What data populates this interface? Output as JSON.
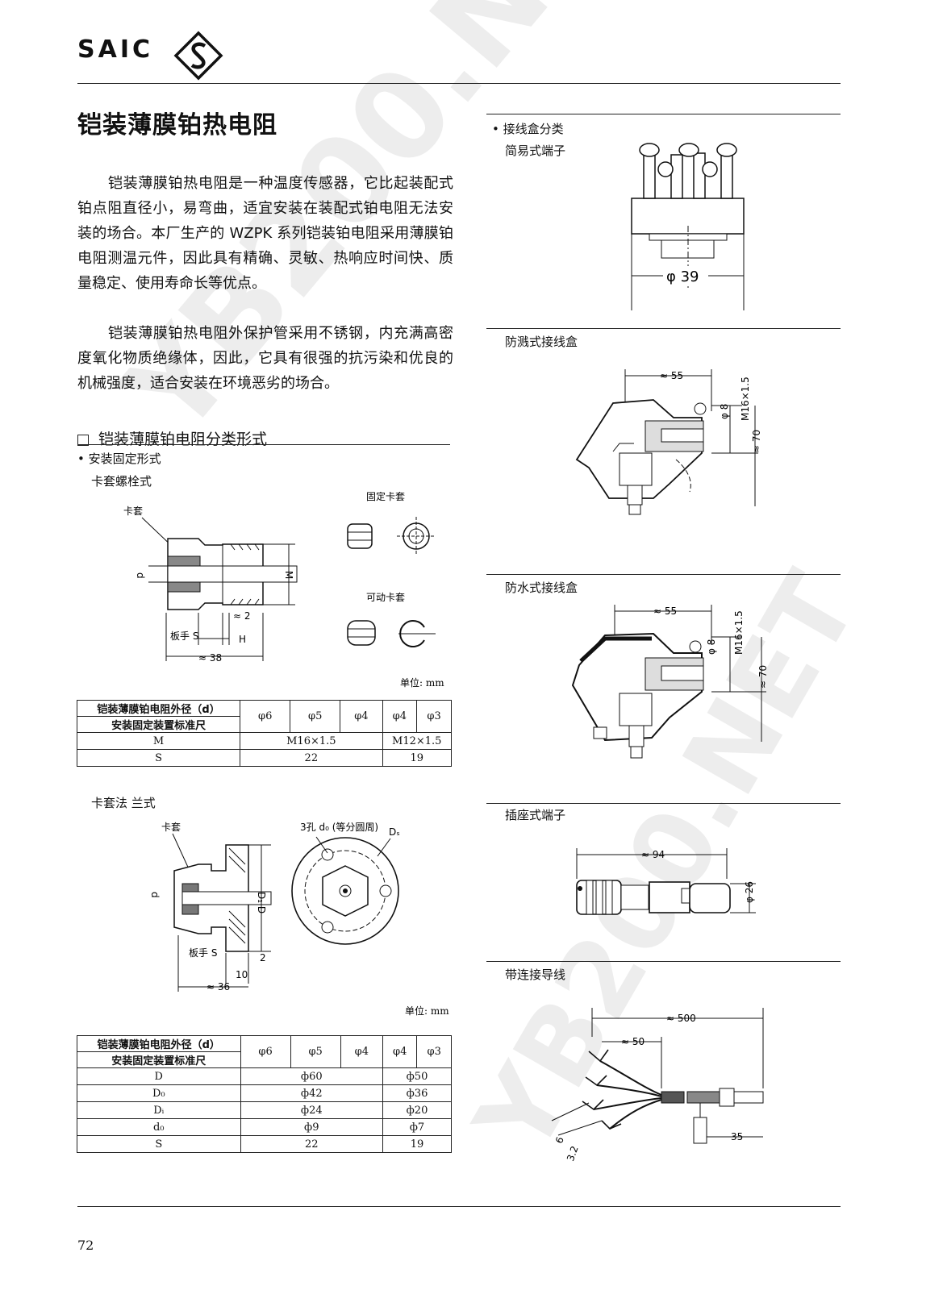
{
  "header": {
    "logo_text": "SAIC"
  },
  "title": "铠装薄膜铂热电阻",
  "intro": {
    "para1": "铠装薄膜铂热电阻是一种温度传感器，它比起装配式铂点阻直径小，易弯曲，适宜安装在装配式铂电阻无法安装的场合。本厂生产的 WZPK 系列铠装铂电阻采用薄膜铂电阻测温元件，因此具有精确、灵敏、热响应时间快、质量稳定、使用寿命长等优点。",
    "para2": "铠装薄膜铂热电阻外保护管采用不锈钢，内充满高密度氧化物质绝缘体，因此，它具有很强的抗污染和优良的机械强度，适合安装在环境恶劣的场合。"
  },
  "classification": {
    "heading": "铠装薄膜铂电阻分类形式",
    "mount_bullet": "• 安装固定形式",
    "type1": {
      "label": "卡套螺栓式",
      "callout_ferrule": "卡套",
      "dim_d": "d",
      "dim_M": "M",
      "dim_2": "≈ 2",
      "dim_wrench": "板手 S",
      "dim_H": "H",
      "dim_38": "≈ 38",
      "fixed_ferrule": "固定卡套",
      "movable_ferrule": "可动卡套",
      "unit": "单位: mm"
    },
    "table1": {
      "header_line1": "铠装薄膜铂电阻外径（d）",
      "header_line2": "安装固定装置标准尺",
      "cols": [
        "φ6",
        "φ5",
        "φ4",
        "φ4",
        "φ3"
      ],
      "row_M_label": "M",
      "row_M_vals": [
        "M16×1.5",
        "M12×1.5"
      ],
      "row_S_label": "S",
      "row_S_vals": [
        "22",
        "19"
      ]
    },
    "type2": {
      "label": "卡套法 兰式",
      "callout_ferrule": "卡套",
      "holes": "3孔 d₀ (等分圆周)",
      "dim_Ds": "Dₛ",
      "dim_d": "d",
      "dim_DiD": "D₁ D",
      "dim_wrench": "板手 S",
      "dim_2": "2",
      "dim_10": "10",
      "dim_36": "≈ 36",
      "unit": "单位: mm"
    },
    "table2": {
      "header_line1": "铠装薄膜铂电阻外径（d）",
      "header_line2": "安装固定装置标准尺",
      "cols": [
        "φ6",
        "φ5",
        "φ4",
        "φ4",
        "φ3"
      ],
      "rows": [
        {
          "label": "D",
          "v1": "ф60",
          "v2": "ф50"
        },
        {
          "label": "D₀",
          "v1": "ф42",
          "v2": "ф36"
        },
        {
          "label": "Dᵢ",
          "v1": "ф24",
          "v2": "ф20"
        },
        {
          "label": "d₀",
          "v1": "ф9",
          "v2": "ф7"
        },
        {
          "label": "S",
          "v1": "22",
          "v2": "19"
        }
      ]
    }
  },
  "junction": {
    "bullet": "• 接线盒分类",
    "simple": {
      "label": "简易式端子",
      "dim": "φ 39"
    },
    "splash": {
      "label": "防溅式接线盒",
      "dim_55": "≈ 55",
      "dim_phi8": "φ 8",
      "dim_M": "M16×1.5",
      "dim_70": "≈ 70"
    },
    "waterproof": {
      "label": "防水式接线盒",
      "dim_55": "≈ 55",
      "dim_phi8": "φ 8",
      "dim_M": "M16×1.5",
      "dim_70": "≈ 70"
    },
    "plug": {
      "label": "插座式端子",
      "dim_94": "≈ 94",
      "dim_26": "φ 26"
    },
    "lead": {
      "label": "带连接导线",
      "dim_500": "≈ 500",
      "dim_50": "≈ 50",
      "dim_35": "35",
      "dim_6": "6",
      "dim_32": "3.2"
    }
  },
  "watermark": "YB200.NET",
  "page_number": "72"
}
